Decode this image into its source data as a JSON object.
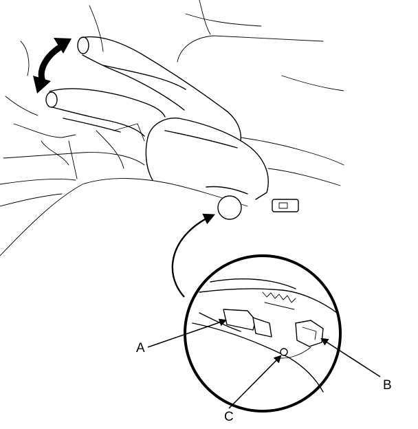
{
  "callouts": {
    "a": "A",
    "b": "B",
    "c": "C"
  },
  "icons": {
    "movement": "double-headed-curved-arrow",
    "detail": "curved-pointer-arrow"
  }
}
